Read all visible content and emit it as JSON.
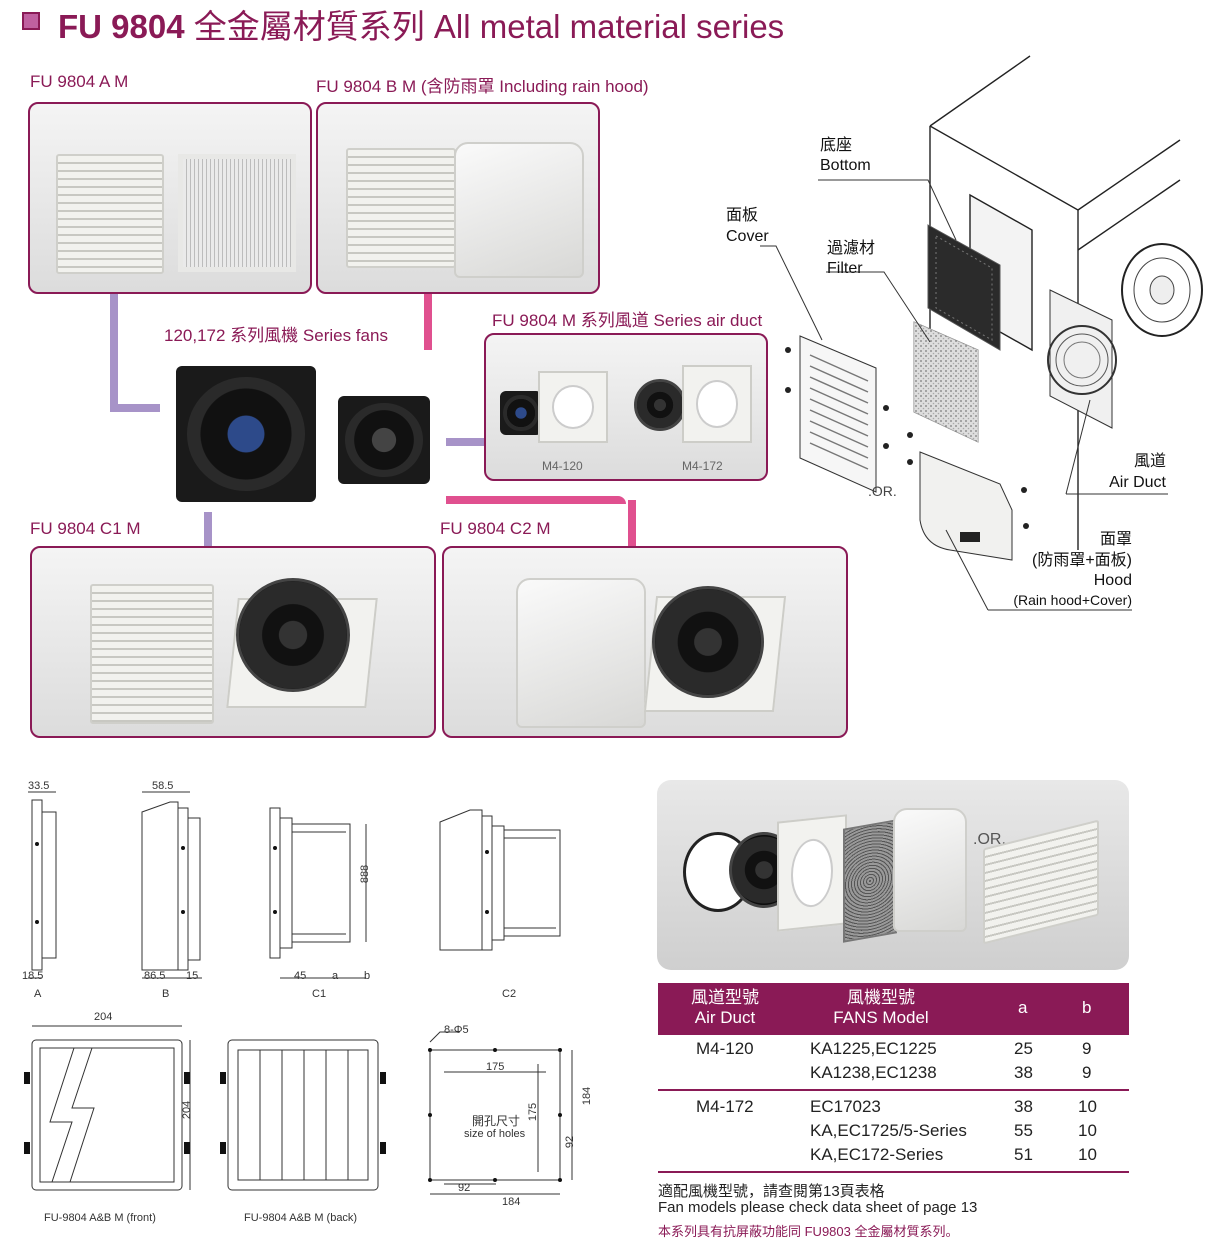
{
  "header": {
    "title_bold": "FU 9804",
    "title_rest": " 全金屬材質系列  All metal material series"
  },
  "products": {
    "am": "FU 9804 A M",
    "bm": "FU 9804 B M (含防雨罩  Including rain hood)",
    "c1m": "FU 9804 C1 M",
    "c2m": "FU 9804 C2 M",
    "fans_label": "120,172 系列風機    Series fans",
    "duct_label": "FU 9804 M  系列風道  Series air duct",
    "duct_m120": "M4-120",
    "duct_m172": "M4-172"
  },
  "exploded": {
    "bottom_zh": "底座",
    "bottom_en": "Bottom",
    "cover_zh": "面板",
    "cover_en": "Cover",
    "filter_zh": "過濾材",
    "filter_en": "Filter",
    "airduct_zh": "風道",
    "airduct_en": "Air Duct",
    "hood_zh1": "面罩",
    "hood_zh2": "(防雨罩+面板)",
    "hood_en": "Hood",
    "hood_en2": "(Rain hood+Cover)",
    "or": ".OR."
  },
  "photo2": {
    "or": ".OR."
  },
  "drawings": {
    "a_top": "33.5",
    "a_bottom": "18.5",
    "a_label": "A",
    "b_top": "58.5",
    "b_bottom1": "86.5",
    "b_bottom2": "15",
    "b_label": "B",
    "c1_bottom1": "45",
    "c1_bottom2": "a",
    "c1_bottom3": "b",
    "c1_height": "888",
    "c1_label": "C1",
    "c2_label": "C2",
    "front_width": "204",
    "front_height": "204",
    "front_caption": "FU-9804 A&B M (front)",
    "back_caption": "FU-9804 A&B M (back)",
    "holes_label": "8-Φ5",
    "holes_175h": "175",
    "holes_175v": "175",
    "holes_184v": "184",
    "holes_92v": "92",
    "holes_92h": "92",
    "holes_184h": "184",
    "holes_zh": "開孔尺寸",
    "holes_en": "size of holes"
  },
  "table": {
    "head_duct_zh": "風道型號",
    "head_duct_en": "Air Duct",
    "head_fans_zh": "風機型號",
    "head_fans_en": "FANS Model",
    "head_a": "a",
    "head_b": "b",
    "rows": [
      {
        "duct": "M4-120",
        "fan": "KA1225,EC1225",
        "a": "25",
        "b": "9"
      },
      {
        "duct": "",
        "fan": "KA1238,EC1238",
        "a": "38",
        "b": "9"
      },
      {
        "duct": "M4-172",
        "fan": "EC17023",
        "a": "38",
        "b": "10"
      },
      {
        "duct": "",
        "fan": "KA,EC1725/5-Series",
        "a": "55",
        "b": "10"
      },
      {
        "duct": "",
        "fan": "KA,EC172-Series",
        "a": "51",
        "b": "10"
      }
    ]
  },
  "notes": {
    "line1": "適配風機型號，請查閱第13頁表格",
    "line2": "Fan models please check data sheet of page 13",
    "line3": "本系列具有抗屏蔽功能同  FU9803 全金屬材質系列。"
  },
  "colors": {
    "accent": "#8a1a56",
    "connector_purple": "#a793c8",
    "connector_pink": "#e0508f"
  }
}
